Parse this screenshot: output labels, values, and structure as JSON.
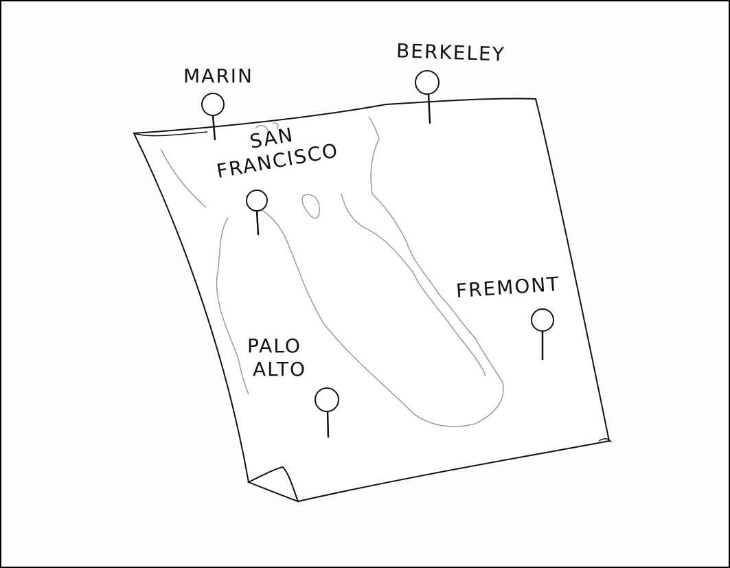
{
  "colors": {
    "ink": "#111111",
    "paper": "#fdfdfd",
    "coast": "#9a9a9a"
  },
  "pins": [
    {
      "name": "MARIN",
      "lines": [
        "MARIN"
      ]
    },
    {
      "name": "BERKELEY",
      "lines": [
        "BERKELEY"
      ]
    },
    {
      "name": "SAN FRANCISCO",
      "lines": [
        "SAN",
        "FRANCISCO"
      ]
    },
    {
      "name": "FREMONT",
      "lines": [
        "FREMONT"
      ]
    },
    {
      "name": "PALO ALTO",
      "lines": [
        "PALO",
        "ALTO"
      ]
    }
  ]
}
